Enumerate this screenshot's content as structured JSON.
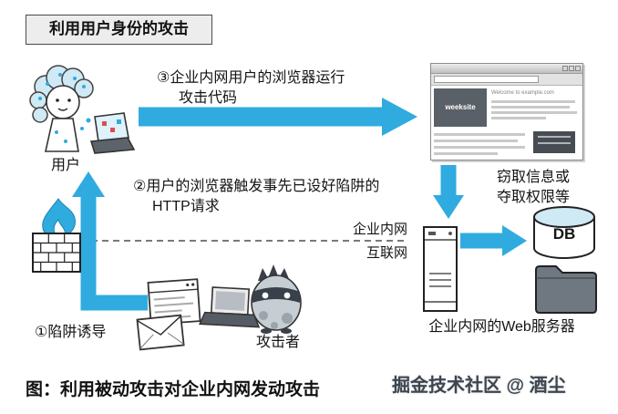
{
  "title": "利用用户身份的攻击",
  "steps": {
    "s1": "①陷阱诱导",
    "s2_line1": "②用户的浏览器触发事先已设好陷阱的",
    "s2_line2": "HTTP请求",
    "s3_line1": "③企业内网用户的浏览器运行",
    "s3_line2": "攻击代码"
  },
  "labels": {
    "user": "用户",
    "attacker": "攻击者",
    "web_server": "企业内网的Web服务器",
    "db": "DB",
    "intranet": "企业内网",
    "internet": "互联网",
    "result_line1": "窃取信息或",
    "result_line2": "夺取权限等"
  },
  "browser": {
    "brand": "weeksite",
    "welcome": "Welcome to example.com"
  },
  "caption": "图：利用被动攻击对企业内网发动攻击",
  "watermark": "掘金技术社区 @ 酒尘",
  "colors": {
    "arrow": "#2fabdf",
    "accent": "#cfe9f5",
    "dark": "#3a4049",
    "folder": "#6f7781"
  }
}
